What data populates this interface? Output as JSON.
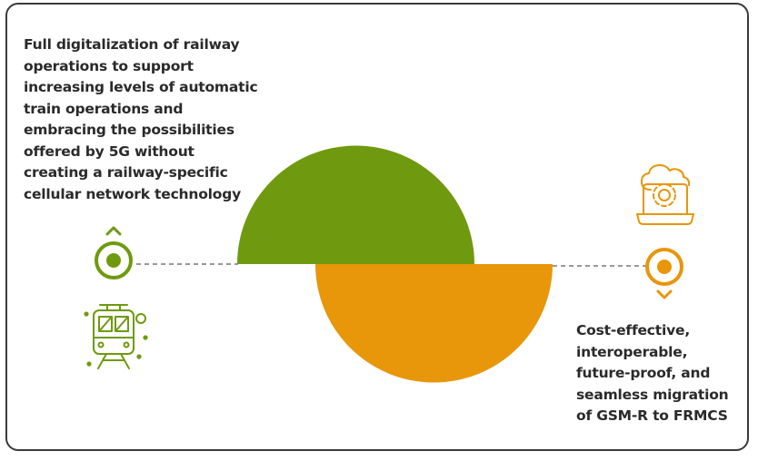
{
  "left_statement": {
    "lines": [
      "Full digitalization of railway",
      "operations to support",
      "increasing levels of automatic",
      "train operations and",
      "embracing the possibilities",
      "offered by 5G without",
      "creating a railway-specific",
      "cellular network technology"
    ]
  },
  "right_statement": {
    "lines": [
      "Cost-effective,",
      "interoperable,",
      "future-proof, and",
      "seamless migration",
      "of GSM-R to FRMCS"
    ]
  },
  "colors": {
    "green": "#6f9a0f",
    "orange": "#e8960a",
    "dash": "#777777",
    "frame": "#3a3a3a"
  },
  "icons": {
    "left_marker": "location-pin-up-icon",
    "left_illustration": "train-icon",
    "right_marker": "location-pin-down-icon",
    "right_illustration": "cloud-settings-laptop-icon"
  }
}
